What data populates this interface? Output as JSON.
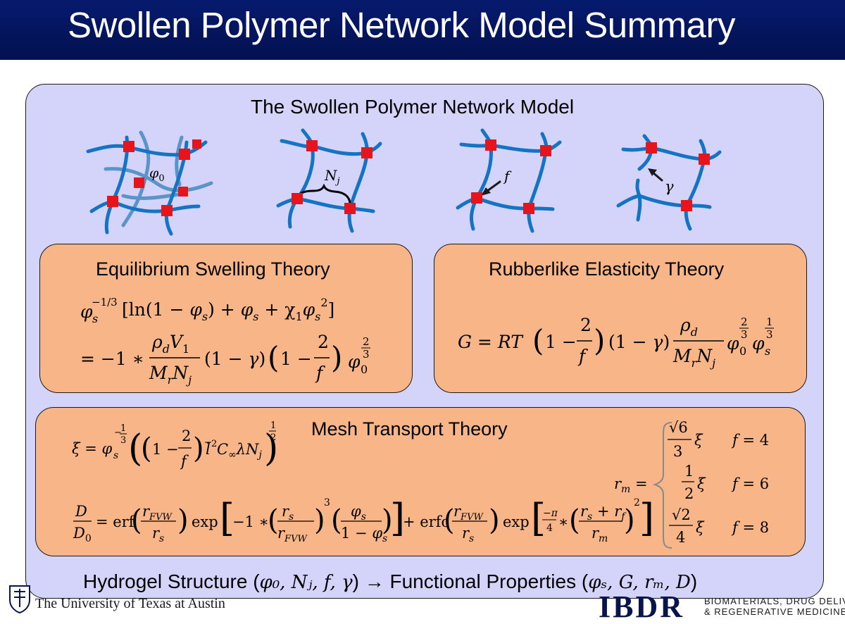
{
  "title": "Swollen Polymer Network Model Summary",
  "main_heading": "The Swollen Polymer Network Model",
  "diagram_labels": {
    "phi0": "φ",
    "phi0_sub": "0",
    "Nj": "N",
    "Nj_sub": "j",
    "f": "f",
    "gamma": "γ"
  },
  "boxes": {
    "swelling": {
      "title": "Equilibrium Swelling Theory"
    },
    "rubber": {
      "title": "Rubberlike Elasticity Theory"
    },
    "mesh": {
      "title": "Mesh Transport Theory"
    }
  },
  "mesh_cases": [
    {
      "coef": "√6 / 3 ξ",
      "condition": "f = 4"
    },
    {
      "coef": "1 / 2 ξ",
      "condition": "f = 6"
    },
    {
      "coef": "√2 / 4 ξ",
      "condition": "f = 8"
    }
  ],
  "footer": {
    "left_text": "Hydrogel Structure (",
    "structure_vars": "φ₀, Nⱼ, f, γ",
    "arrow": ") → Functional Properties (",
    "property_vars": "φₛ, G, rₘ, D",
    "close": ")"
  },
  "university": "The University of Texas at Austin",
  "logo": {
    "text": "IBDR",
    "sub_line1": "BIOMATERIALS, DRUG DELIVERY",
    "sub_line2": "& REGENERATIVE MEDICINE"
  },
  "colors": {
    "title_bar": "#061a6e",
    "panel": "#d4d4fb",
    "box": "#f8b688",
    "strand": "#1473c2",
    "strand_light": "#5a94c8",
    "crosslink": "#e8141c"
  }
}
